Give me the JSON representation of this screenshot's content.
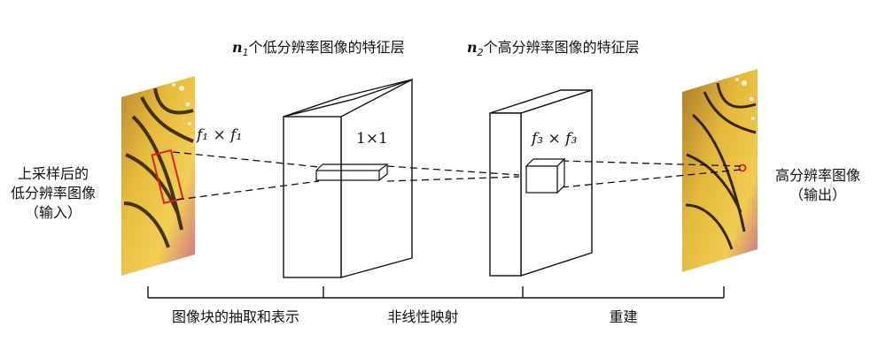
{
  "headers": {
    "layer1": {
      "var": "n",
      "sub": "1",
      "text": "个低分辨率图像的特征层"
    },
    "layer2": {
      "var": "n",
      "sub": "2",
      "text": "个高分辨率图像的特征层"
    }
  },
  "input_label": {
    "line1": "上采样后的",
    "line2": "低分辨率图像",
    "line3": "（输入）"
  },
  "output_label": {
    "line1": "高分辨率图像",
    "line2": "（输出）"
  },
  "kernels": {
    "k1": "f₁ × f₁",
    "k2": "1×1",
    "k3": "f₃ × f₃"
  },
  "stages": [
    "图像块的抽取和表示",
    "非线性映射",
    "重建"
  ],
  "colors": {
    "line": "#111111",
    "highlight": "#e02020"
  }
}
